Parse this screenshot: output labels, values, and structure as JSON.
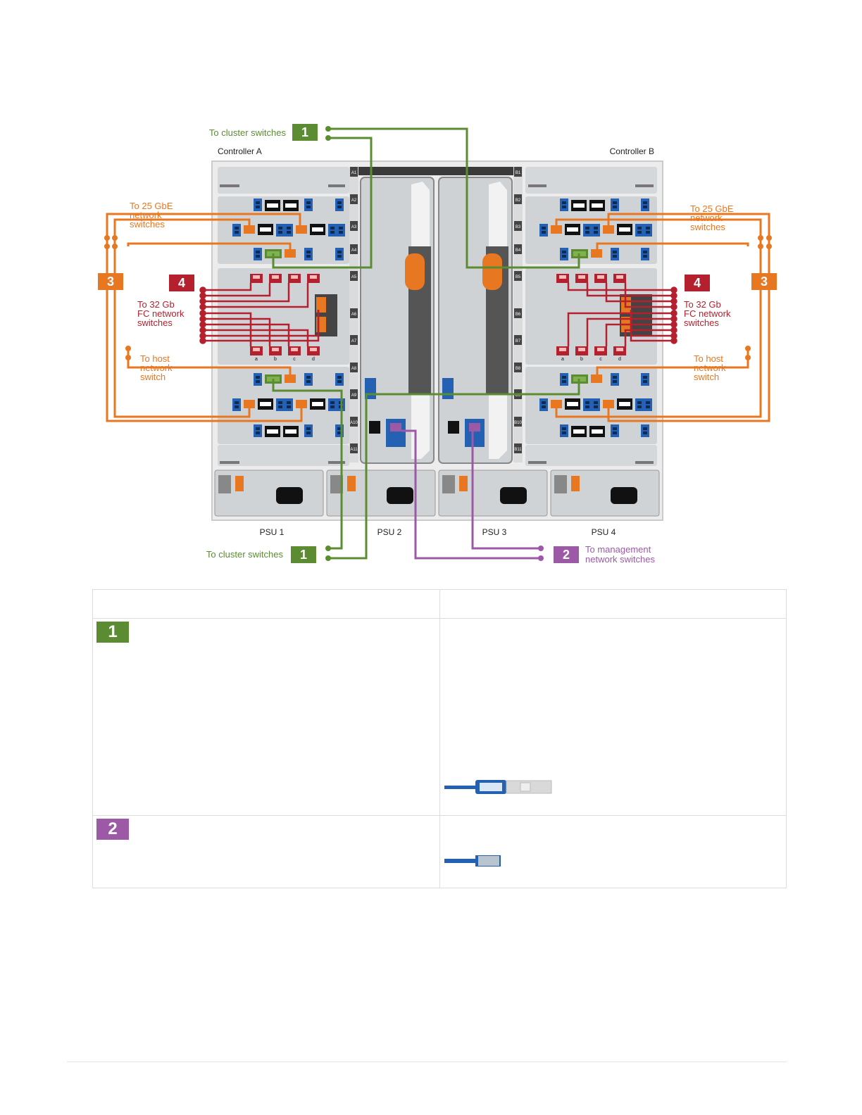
{
  "labels": {
    "controller_a": "Controller A",
    "controller_b": "Controller B",
    "to_cluster_top": "To cluster switches",
    "to_cluster_bottom": "To cluster switches",
    "gbe_left": [
      "To 25 GbE",
      "network",
      "switches"
    ],
    "gbe_right": [
      "To 25 GbE",
      "network",
      "switches"
    ],
    "fc_left": [
      "To 32 Gb",
      "FC network",
      "switches"
    ],
    "fc_right": [
      "To 32 Gb",
      "FC network",
      "switches"
    ],
    "host_left": [
      "To host",
      "network",
      "switch"
    ],
    "host_right": [
      "To host",
      "network",
      "switch"
    ],
    "mgmt": [
      "To management",
      "network switches"
    ],
    "psus": [
      "PSU 1",
      "PSU 2",
      "PSU 3",
      "PSU 4"
    ],
    "port_letters": [
      "a",
      "b",
      "c",
      "d"
    ],
    "slot_left": [
      "A1",
      "A2",
      "A3",
      "A4",
      "A5",
      "A6",
      "A7",
      "A8",
      "A9",
      "A10",
      "A11"
    ],
    "slot_right": [
      "B1",
      "B2",
      "B3",
      "B4",
      "B5",
      "B6",
      "B7",
      "B8",
      "B9",
      "B10",
      "B11"
    ]
  },
  "badges": {
    "one": "1",
    "two": "2",
    "three": "3",
    "four": "4"
  },
  "colors": {
    "cluster": "#5b8c32",
    "management": "#9b59a6",
    "ethernet": "#e87722",
    "fc": "#b5202e",
    "port_blue": "#2461b2",
    "chassis": "#d6d8da"
  },
  "table": {
    "header": [
      "",
      ""
    ],
    "rows": [
      {
        "badge": "1",
        "badge_color": "#5b8c32",
        "cable": "qsfp-cable-icon"
      },
      {
        "badge": "2",
        "badge_color": "#9b59a6",
        "cable": "rj45-cable-icon"
      }
    ]
  }
}
